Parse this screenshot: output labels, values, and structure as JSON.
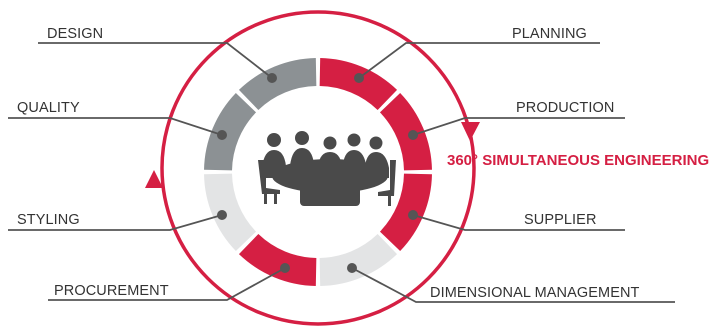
{
  "colors": {
    "accent": "#d51f43",
    "segment_dark": "#8c9194",
    "segment_light": "#e3e4e5",
    "line": "#555555",
    "people": "#4a4a4a"
  },
  "headline": "360° SIMULTANEOUS ENGINEERING",
  "labels": {
    "design": "DESIGN",
    "planning": "PLANNING",
    "quality": "QUALITY",
    "production": "PRODUCTION",
    "styling": "STYLING",
    "supplier": "SUPPLIER",
    "procurement": "PROCUREMENT",
    "dimensional": "DIMENSIONAL MANAGEMENT"
  },
  "segments": [
    {
      "id": "design",
      "color": "accent"
    },
    {
      "id": "planning",
      "color": "accent"
    },
    {
      "id": "production",
      "color": "accent"
    },
    {
      "id": "supplier",
      "color": "light"
    },
    {
      "id": "dimensional",
      "color": "accent"
    },
    {
      "id": "procurement",
      "color": "light"
    },
    {
      "id": "styling",
      "color": "dark"
    },
    {
      "id": "quality",
      "color": "dark"
    }
  ],
  "icons": {
    "center": "meeting-people-icon",
    "cycle": "circular-arrow-icon"
  }
}
